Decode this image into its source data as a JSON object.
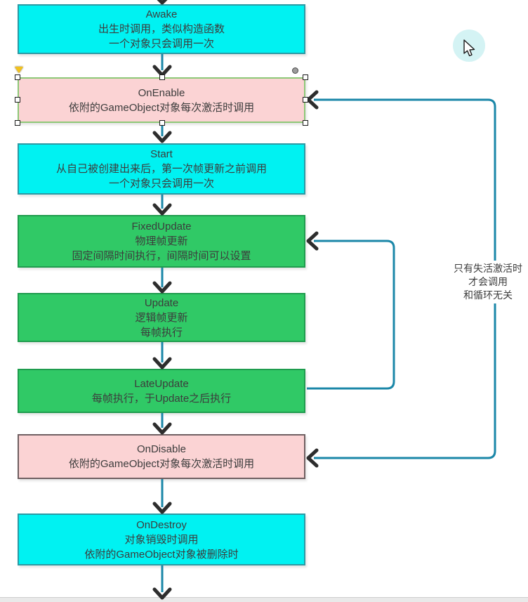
{
  "flowchart": {
    "nodes": [
      {
        "id": "awake",
        "title": "Awake",
        "desc": [
          "出生时调用，类似构造函数",
          "一个对象只会调用一次"
        ],
        "color": "cyan"
      },
      {
        "id": "onenable",
        "title": "OnEnable",
        "desc": [
          "依附的GameObject对象每次激活时调用"
        ],
        "color": "pink",
        "selected": true
      },
      {
        "id": "start",
        "title": "Start",
        "desc": [
          "从自己被创建出来后，第一次帧更新之前调用",
          "一个对象只会调用一次"
        ],
        "color": "cyan"
      },
      {
        "id": "fixedupdate",
        "title": "FixedUpdate",
        "desc": [
          "物理帧更新",
          "固定间隔时间执行，间隔时间可以设置"
        ],
        "color": "green"
      },
      {
        "id": "update",
        "title": "Update",
        "desc": [
          "逻辑帧更新",
          "每帧执行"
        ],
        "color": "green"
      },
      {
        "id": "lateupdate",
        "title": "LateUpdate",
        "desc": [
          "每帧执行，于Update之后执行"
        ],
        "color": "green"
      },
      {
        "id": "ondisable",
        "title": "OnDisable",
        "desc": [
          "依附的GameObject对象每次激活时调用"
        ],
        "color": "pink"
      },
      {
        "id": "ondestroy",
        "title": "OnDestroy",
        "desc": [
          "对象销毁时调用",
          "依附的GameObject对象被删除时"
        ],
        "color": "cyan"
      }
    ],
    "side_note": {
      "lines": [
        "只有失活激活时",
        "才会调用",
        "和循环无关"
      ]
    },
    "connectors": [
      {
        "from": "lateupdate",
        "to": "fixedupdate",
        "type": "loop-right"
      },
      {
        "from": "ondisable-branch",
        "to": "onenable-and-ondisable",
        "type": "far-right",
        "label": "只有失活激活时 才会调用 和循环无关"
      }
    ]
  },
  "colors": {
    "canvas-bg": "#ffffff",
    "node-cyan": "#00f2f2",
    "node-cyan-border": "#2c9aa4",
    "node-green": "#30c966",
    "node-green-border": "#1f9c4e",
    "node-pink": "#fbd3d4",
    "node-pink-border": "#6f5f61",
    "selection": "#8ec878",
    "marker-yellow": "#f2c21d",
    "connector": "#1b87a8",
    "arrowhead": "#2d2d2d",
    "text": "#3c3c3c",
    "halo": "#c9f0f1",
    "strip": "#e9e9e9"
  }
}
